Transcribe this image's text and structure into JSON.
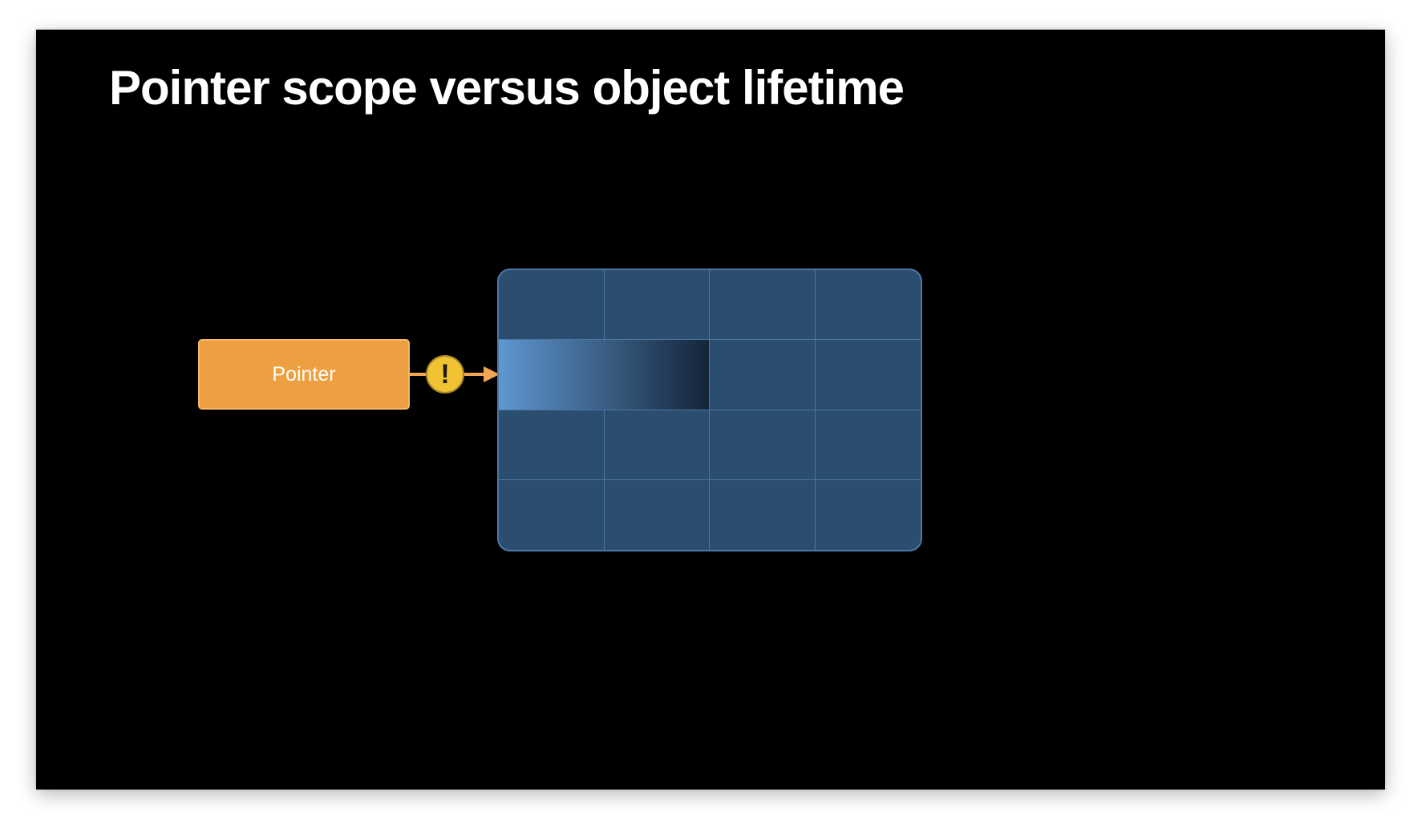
{
  "slide": {
    "title": "Pointer scope versus object lifetime"
  },
  "pointer": {
    "label": "Pointer"
  },
  "warning": {
    "icon": "exclamation-icon",
    "glyph": "!"
  },
  "memory_grid": {
    "rows": 4,
    "columns": 4,
    "highlighted_region": {
      "row": 2,
      "start_column": 1,
      "span_columns": 2
    }
  },
  "colors": {
    "background": "#000000",
    "pointer_fill": "#eda041",
    "pointer_border": "#f6b868",
    "arrow": "#f0a655",
    "warning_fill": "#f1c232",
    "grid_fill": "#2b4d6f",
    "grid_lines": "#4d77a2",
    "highlight_start": "#5f97d2",
    "highlight_end": "#142538"
  }
}
